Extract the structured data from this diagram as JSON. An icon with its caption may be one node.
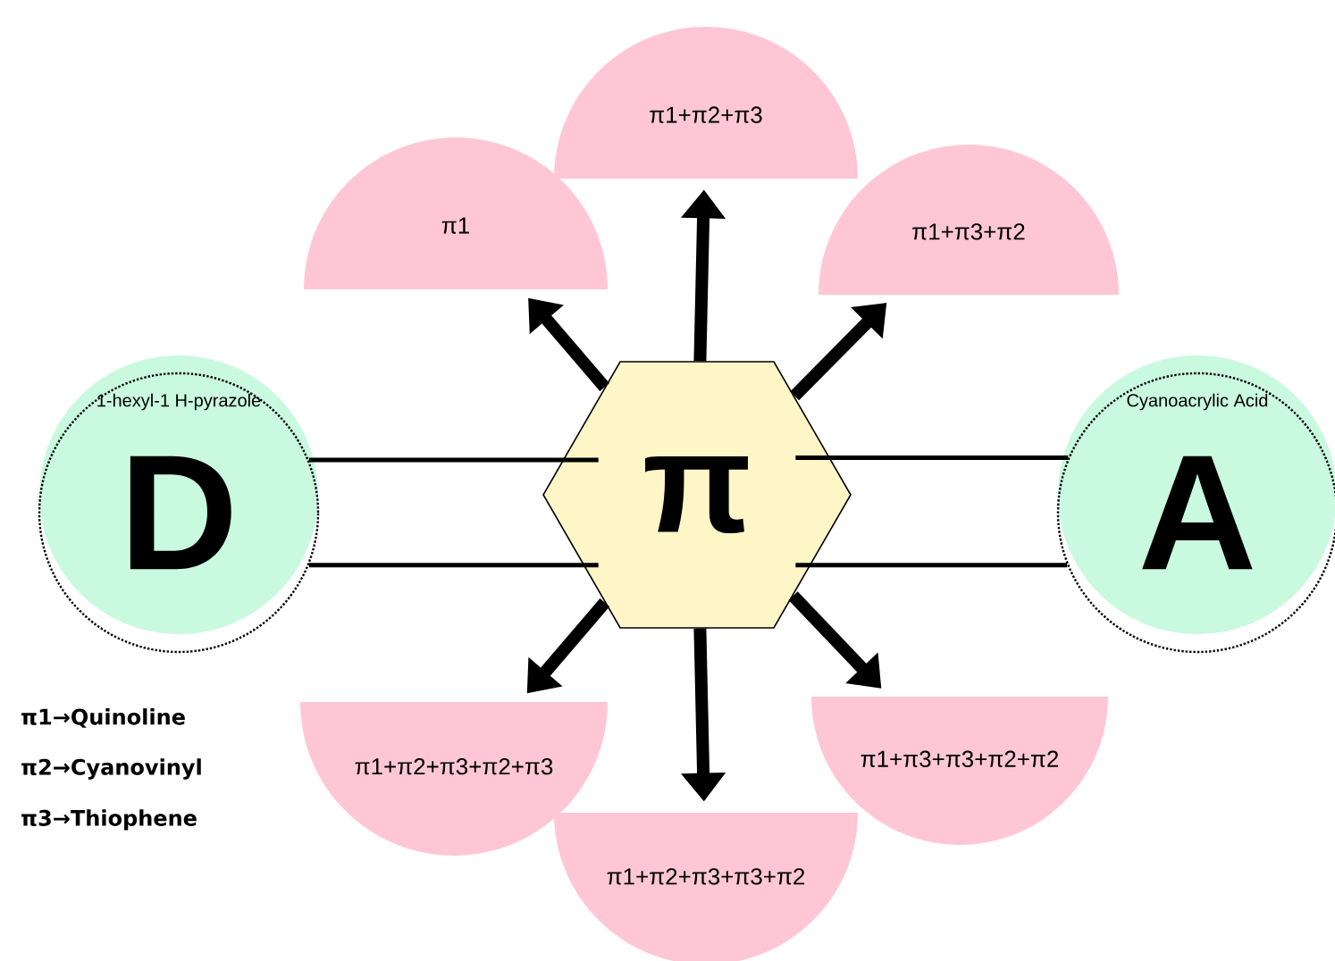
{
  "diagram": {
    "nodes": [
      {
        "text": [
          "1-hexyl-1 H-pyrazole",
          "D"
        ]
      },
      {
        "text": [
          "π"
        ]
      },
      {
        "text": [
          "Cyanoacrylic Acid",
          "A"
        ]
      },
      {
        "text": [
          "π1"
        ]
      },
      {
        "text": [
          "π1+π2+π3"
        ]
      },
      {
        "text": [
          "π1+π3+π2"
        ]
      },
      {
        "text": [
          "π1+π2+π3+π2+π3"
        ]
      },
      {
        "text": [
          "π1+π2+π3+π3+π2"
        ]
      },
      {
        "text": [
          "π1+π3+π3+π2+π2"
        ]
      }
    ],
    "edges": [
      {
        "from": 0,
        "to": 1,
        "arrow": "none"
      },
      {
        "from": 0,
        "to": 1,
        "arrow": "none"
      },
      {
        "from": 1,
        "to": 2,
        "arrow": "none"
      },
      {
        "from": 1,
        "to": 2,
        "arrow": "none"
      },
      {
        "from": 1,
        "to": 3,
        "arrow": "to"
      },
      {
        "from": 1,
        "to": 4,
        "arrow": "to"
      },
      {
        "from": 1,
        "to": 5,
        "arrow": "to"
      },
      {
        "from": 1,
        "to": 6,
        "arrow": "to"
      },
      {
        "from": 1,
        "to": 7,
        "arrow": "to"
      },
      {
        "from": 1,
        "to": 8,
        "arrow": "to"
      }
    ],
    "labels": [
      "π1→Quinoline",
      "π2→Cyanovinyl",
      "π3→Thiophene"
    ]
  }
}
